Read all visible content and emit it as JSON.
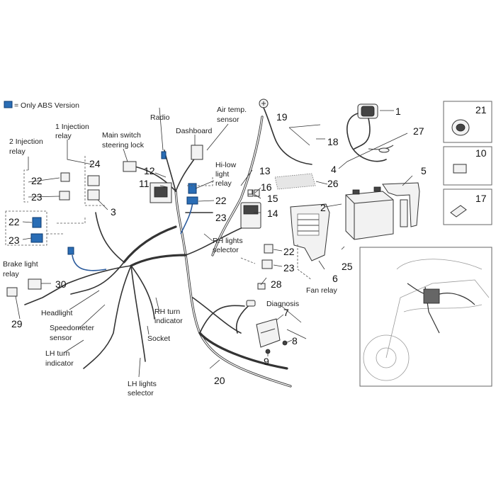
{
  "legend": {
    "text": "= Only ABS Version",
    "color": "#2a6db5"
  },
  "labels": {
    "radio": "Radio",
    "dashboard": "Dashboard",
    "air_temp_1": "Air temp.",
    "air_temp_2": "sensor",
    "inj1_1": "1 Injection",
    "inj1_2": "relay",
    "inj2_1": "2 Injection",
    "inj2_2": "relay",
    "main_switch_1": "Main switch",
    "main_switch_2": "steering lock",
    "hilow_1": "Hi-low",
    "hilow_2": "light",
    "hilow_3": "relay",
    "rh_lights_1": "RH lights",
    "rh_lights_2": "selector",
    "brake_1": "Brake light",
    "brake_2": "relay",
    "headlight": "Headlight",
    "speedo_1": "Speedometer",
    "speedo_2": "sensor",
    "lh_turn_1": "LH turn",
    "lh_turn_2": "indicator",
    "rh_turn_1": "RH turn",
    "rh_turn_2": "indicator",
    "socket": "Socket",
    "lh_lights_1": "LH lights",
    "lh_lights_2": "selector",
    "diagnosis": "Diagnosis",
    "fan_relay": "Fan relay"
  },
  "callouts": {
    "n1": "1",
    "n2": "2",
    "n3": "3",
    "n4": "4",
    "n5": "5",
    "n6": "6",
    "n7": "7",
    "n8": "8",
    "n9": "9",
    "n10": "10",
    "n11": "11",
    "n12": "12",
    "n13": "13",
    "n14": "14",
    "n15": "15",
    "n16": "16",
    "n17": "17",
    "n18": "18",
    "n19": "19",
    "n20": "20",
    "n21": "21",
    "n22a": "22",
    "n22b": "22",
    "n22c": "22",
    "n22d": "22",
    "n23a": "23",
    "n23b": "23",
    "n23c": "23",
    "n23d": "23",
    "n24": "24",
    "n25": "25",
    "n26": "26",
    "n27": "27",
    "n28": "28",
    "n29": "29",
    "n30": "30"
  }
}
